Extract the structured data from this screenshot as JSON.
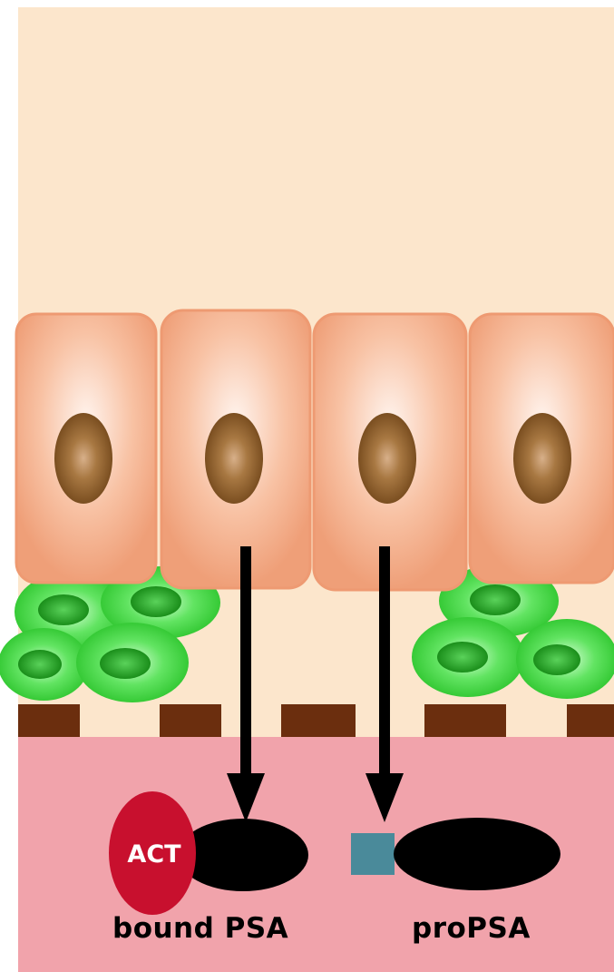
{
  "labels": {
    "act": "ACT",
    "bound_psa": "bound PSA",
    "propsa": "proPSA"
  },
  "colors": {
    "lumen": "#fce6cc",
    "epithelial_cell": "#f5a882",
    "nucleus": "#8a5a2a",
    "basal_cell": "#3ed43e",
    "basement_membrane": "#6b2e0e",
    "stroma": "#f0a0a8",
    "act": "#c8102e",
    "psa": "#000000",
    "pro_leader": "#4a8a9a",
    "arrow": "#000000"
  }
}
